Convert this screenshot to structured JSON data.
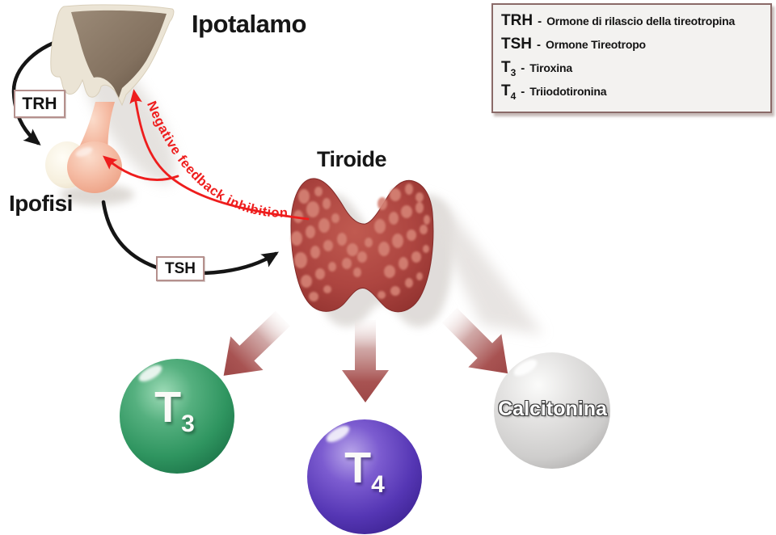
{
  "diagram": {
    "labels": {
      "hypothalamus": "Ipotalamo",
      "pituitary": "Ipofisi",
      "thyroid": "Tiroide"
    },
    "hormone_boxes": {
      "trh": "TRH",
      "tsh": "TSH"
    },
    "feedback_text": "Negative feedback inhibition",
    "products": [
      {
        "symbol": "T",
        "subscript": "3"
      },
      {
        "symbol": "T",
        "subscript": "4"
      },
      {
        "symbol": "Calcitonina",
        "subscript": ""
      }
    ]
  },
  "legend": {
    "separator": "-",
    "rows": [
      {
        "term": "TRH",
        "subscript": "",
        "description": "Ormone di rilascio della tireotropina"
      },
      {
        "term": "TSH",
        "subscript": "",
        "description": "Ormone Tireotropo"
      },
      {
        "term": "T",
        "subscript": "3",
        "description": "Tiroxina"
      },
      {
        "term": "T",
        "subscript": "4",
        "description": "Triiodotironina"
      }
    ]
  },
  "colors": {
    "feedback_red": "#ee1d1d",
    "arrow_black": "#151515",
    "thyroid_red": "#ad4540",
    "product_arrow_red": "#9d4747",
    "t3_green": "#2f9560",
    "t4_purple": "#5536b4",
    "calcitonin_gray": "#cecdcc",
    "hypothalamus_brown": "#8a7765",
    "pituitary_pink": "#f2af97",
    "legend_border": "#8a6a68",
    "hormone_box_border": "#b5908d"
  }
}
